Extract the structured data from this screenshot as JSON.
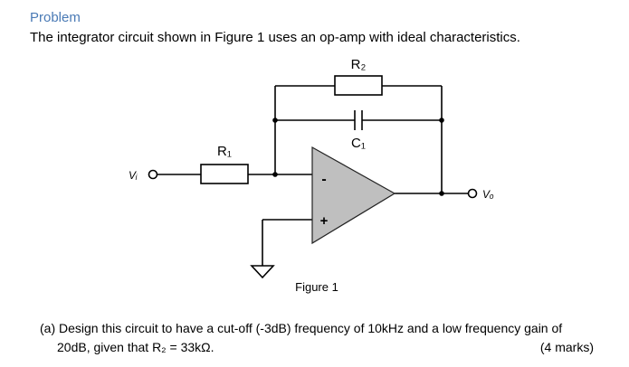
{
  "problem": {
    "heading": "Problem",
    "intro": "The integrator circuit shown in Figure 1 uses an op-amp with ideal characteristics."
  },
  "figure": {
    "caption": "Figure 1",
    "labels": {
      "r2": "R₂",
      "c1": "C₁",
      "r1": "R₁",
      "vi": "Vᵢ",
      "vo": "Vₒ",
      "minus": "-",
      "plus": "+"
    }
  },
  "question": {
    "part": "(a)",
    "line1": "Design this circuit to have a cut-off (-3dB) frequency of 10kHz and a low frequency gain of",
    "line2": "20dB, given that R₂ = 33kΩ.",
    "marks": "(4 marks)"
  }
}
